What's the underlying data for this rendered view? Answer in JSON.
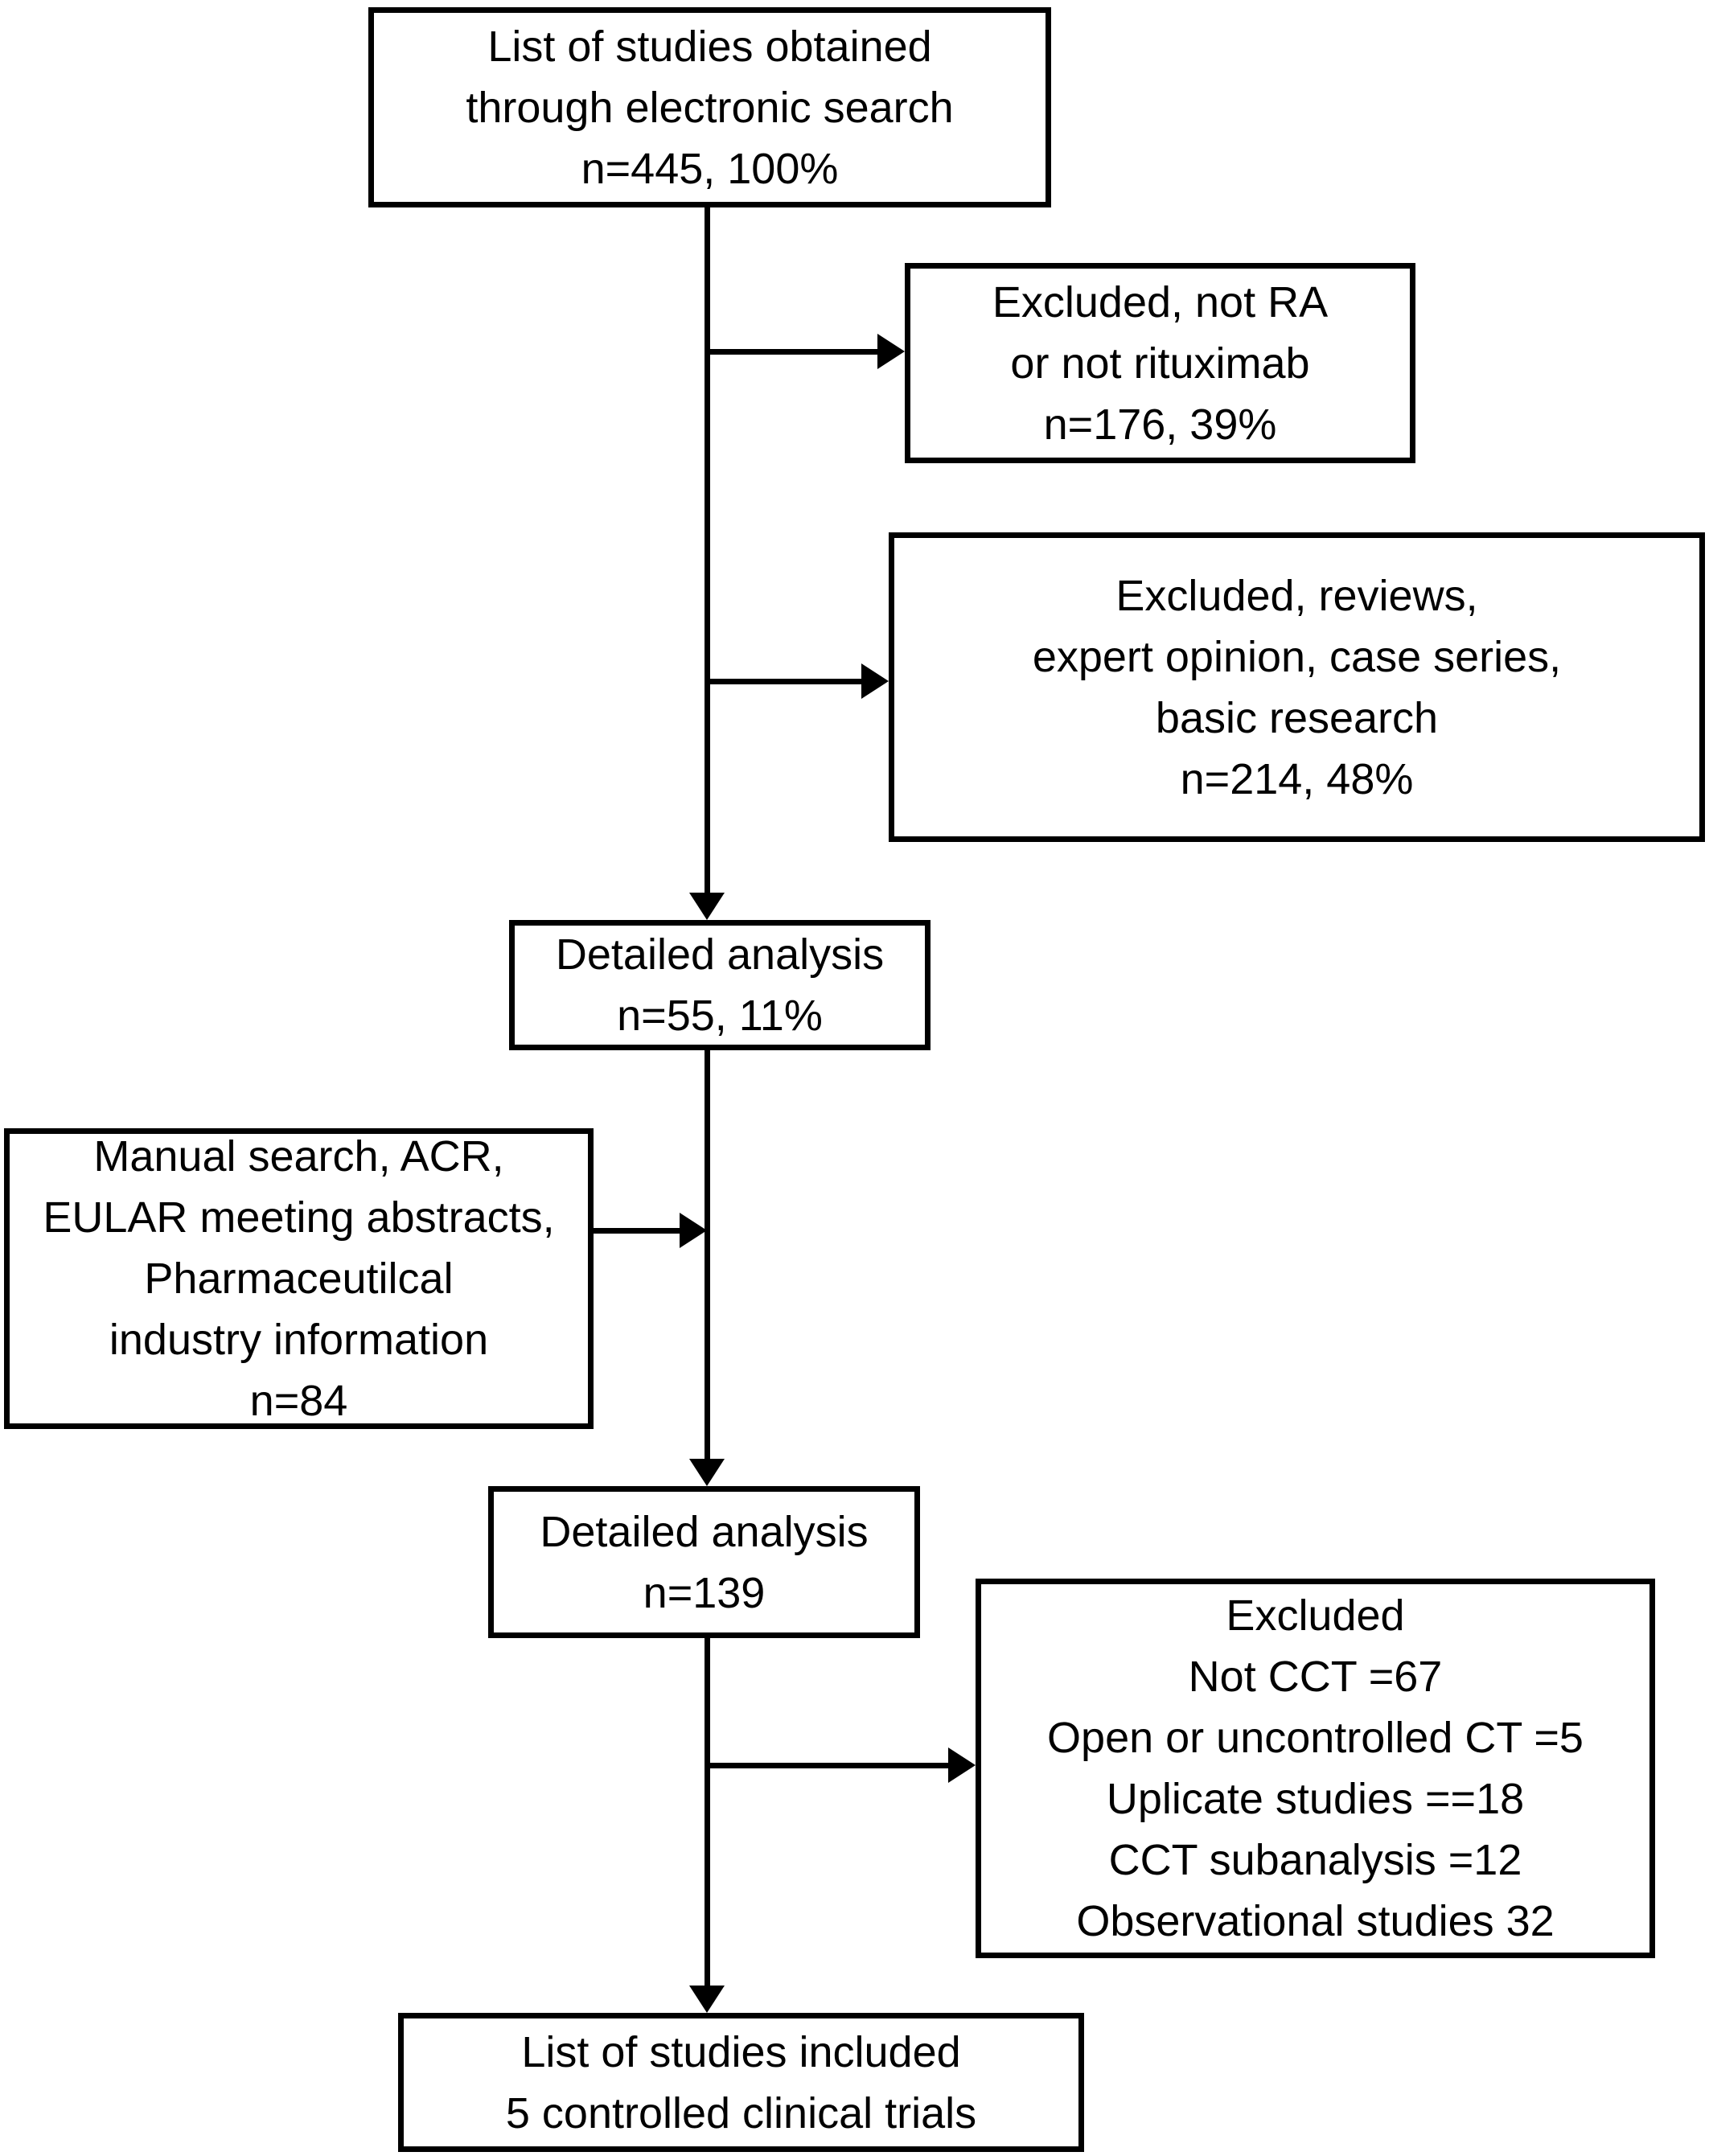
{
  "flowchart": {
    "colors": {
      "line": "#000000",
      "box_border": "#000000",
      "box_background": "#ffffff",
      "text": "#000000",
      "page_background": "#ffffff"
    },
    "boxes": {
      "electronic_search": {
        "lines": [
          "List of studies obtained",
          "through electronic search",
          "n=445, 100%"
        ]
      },
      "excluded_not_ra": {
        "lines": [
          "Excluded, not RA",
          "or not rituximab",
          "n=176, 39%"
        ]
      },
      "excluded_reviews": {
        "lines": [
          "Excluded, reviews,",
          "expert opinion, case series,",
          "basic research",
          "n=214, 48%"
        ]
      },
      "detailed_analysis_55": {
        "lines": [
          "Detailed analysis",
          "n=55, 11%"
        ]
      },
      "manual_search": {
        "lines": [
          "Manual search, ACR,",
          "EULAR meeting abstracts,",
          "Pharmaceutilcal",
          "industry information",
          "n=84"
        ]
      },
      "detailed_analysis_139": {
        "lines": [
          "Detailed analysis",
          "n=139"
        ]
      },
      "excluded_cct": {
        "lines": [
          "Excluded",
          "Not CCT =67",
          "Open or uncontrolled CT =5",
          "Uplicate studies ==18",
          "CCT subanalysis =12",
          "Observational studies 32"
        ]
      },
      "included_studies": {
        "lines": [
          "List of studies included",
          "5 controlled clinical trials"
        ]
      }
    }
  }
}
